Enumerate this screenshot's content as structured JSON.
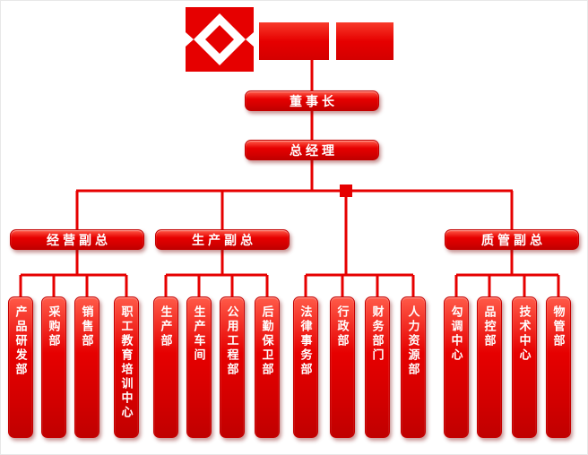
{
  "colors": {
    "box_red": "#e60000",
    "box_red_dark": "#b30000",
    "line_red": "#e60000",
    "text_white": "#ffffff"
  },
  "header": {
    "logo": "company-logo-emblem",
    "name_blocks": [
      "",
      ""
    ]
  },
  "chart": {
    "chairman": "董事长",
    "general_manager": "总经理",
    "deputy_groups": [
      {
        "label": "经营副总",
        "departments": [
          "产品研发部",
          "采购部",
          "销售部",
          "职工教育培训中心"
        ]
      },
      {
        "label": "生产副总",
        "departments": [
          "生产部",
          "生产车间",
          "公用工程部",
          "后勤保卫部"
        ]
      },
      {
        "label": "质管副总",
        "departments": [
          "勾调中心",
          "品控部",
          "技术中心",
          "物管部"
        ]
      }
    ],
    "direct_departments": [
      "法律事务部",
      "行政部",
      "财务部门",
      "人力资源部"
    ]
  }
}
